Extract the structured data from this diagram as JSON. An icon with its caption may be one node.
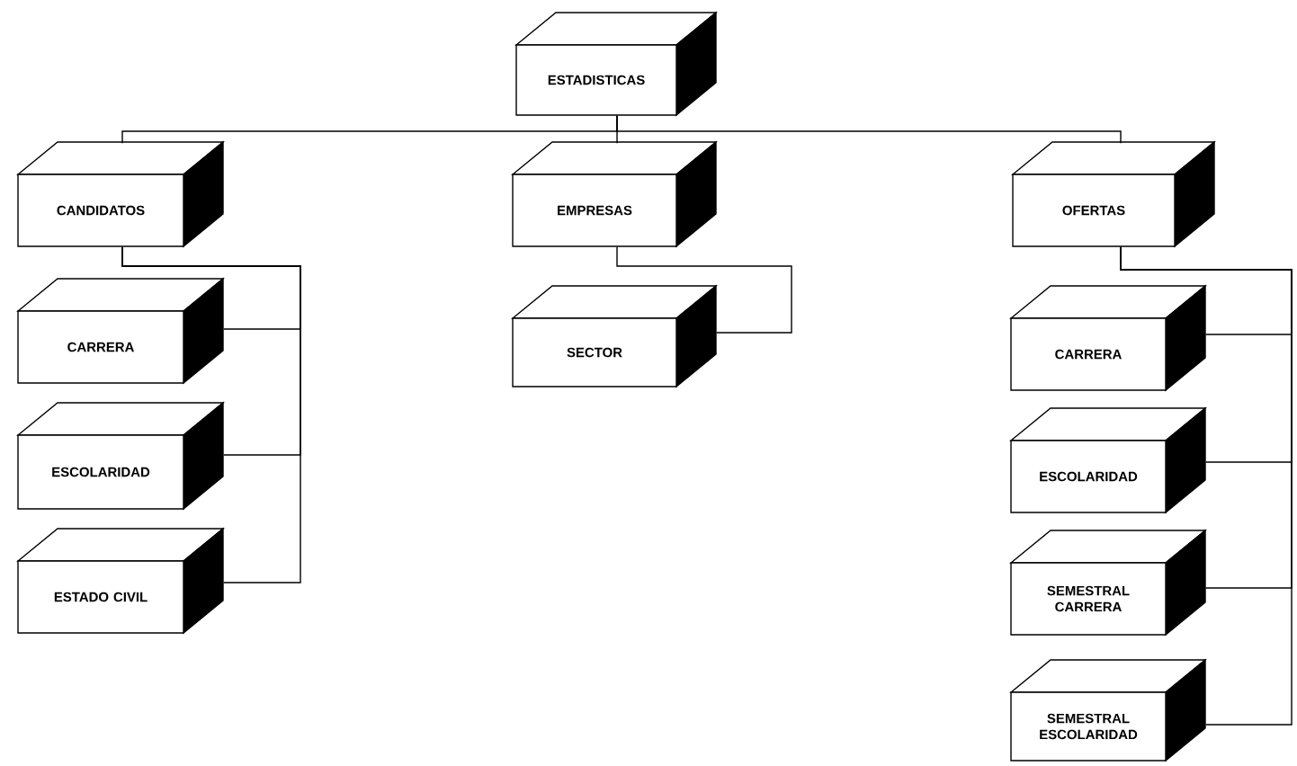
{
  "diagram": {
    "nodes": [
      {
        "text": [
          "ESTADISTICAS"
        ]
      },
      {
        "text": [
          "CANDIDATOS"
        ]
      },
      {
        "text": [
          "EMPRESAS"
        ]
      },
      {
        "text": [
          "OFERTAS"
        ]
      },
      {
        "text": [
          "CARRERA"
        ]
      },
      {
        "text": [
          "ESCOLARIDAD"
        ]
      },
      {
        "text": [
          "ESTADO CIVIL"
        ]
      },
      {
        "text": [
          "SECTOR"
        ]
      },
      {
        "text": [
          "CARRERA"
        ]
      },
      {
        "text": [
          "ESCOLARIDAD"
        ]
      },
      {
        "text": [
          "SEMESTRAL CARRERA"
        ]
      },
      {
        "text": [
          "SEMESTRAL ESCOLARIDAD"
        ]
      }
    ],
    "edges": [
      {
        "from": 0,
        "to": 1,
        "arrow": "none"
      },
      {
        "from": 0,
        "to": 2,
        "arrow": "none"
      },
      {
        "from": 0,
        "to": 3,
        "arrow": "none"
      },
      {
        "from": 1,
        "to": 4,
        "arrow": "none"
      },
      {
        "from": 1,
        "to": 5,
        "arrow": "none"
      },
      {
        "from": 1,
        "to": 6,
        "arrow": "none"
      },
      {
        "from": 2,
        "to": 7,
        "arrow": "none"
      },
      {
        "from": 3,
        "to": 8,
        "arrow": "none"
      },
      {
        "from": 3,
        "to": 9,
        "arrow": "none"
      },
      {
        "from": 3,
        "to": 10,
        "arrow": "none"
      },
      {
        "from": 3,
        "to": 11,
        "arrow": "none"
      }
    ]
  }
}
